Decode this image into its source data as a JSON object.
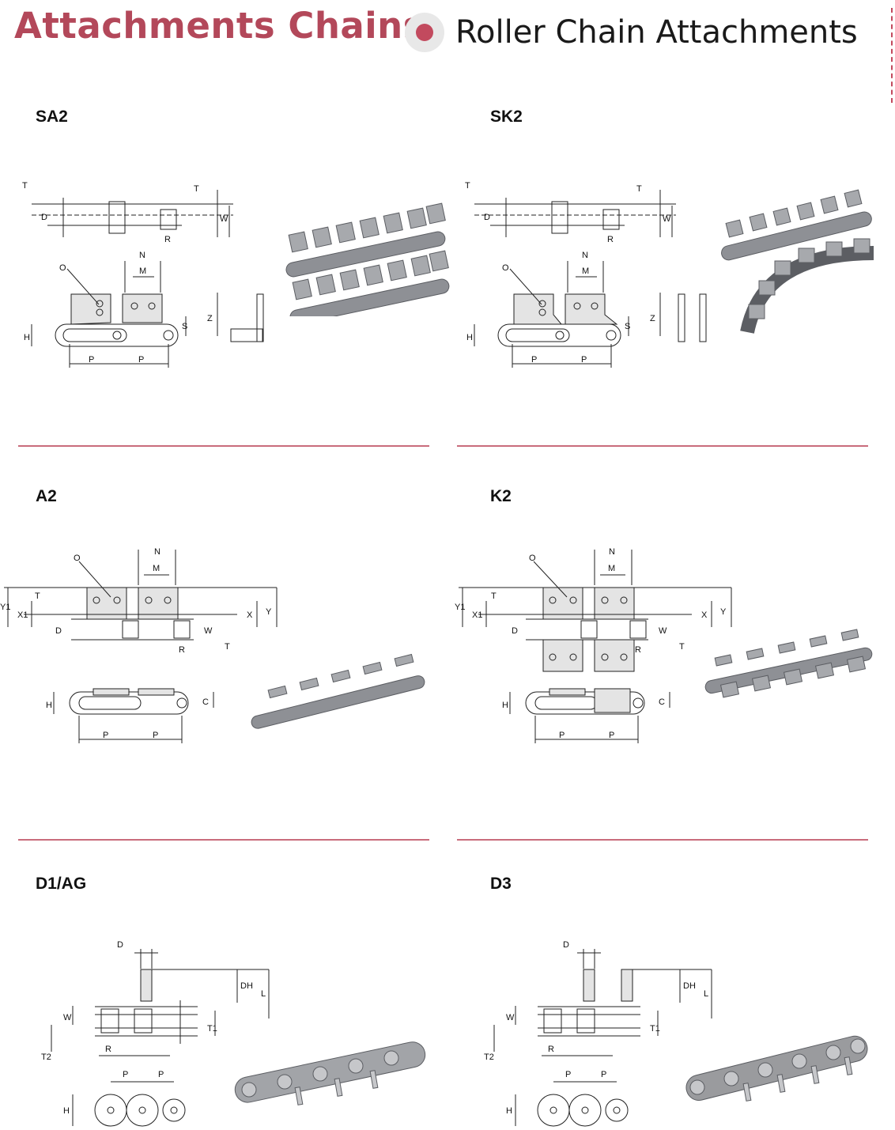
{
  "header": {
    "title_main": "Attachments Chains",
    "title_sub": "Roller Chain Attachments",
    "accent_color": "#b3485a"
  },
  "sections": [
    {
      "label": "SA2",
      "dims": [
        "T",
        "T",
        "D",
        "W",
        "R",
        "N",
        "M",
        "O",
        "Z",
        "S",
        "H",
        "P",
        "P"
      ]
    },
    {
      "label": "SK2",
      "dims": [
        "T",
        "T",
        "D",
        "W",
        "R",
        "N",
        "M",
        "O",
        "Z",
        "S",
        "H",
        "P",
        "P"
      ]
    },
    {
      "label": "A2",
      "dims": [
        "N",
        "M",
        "O",
        "Y1",
        "X1",
        "T",
        "D",
        "W",
        "R",
        "T",
        "X",
        "Y",
        "C",
        "H",
        "P",
        "P"
      ]
    },
    {
      "label": "K2",
      "dims": [
        "N",
        "M",
        "O",
        "Y1",
        "X1",
        "T",
        "D",
        "W",
        "R",
        "T",
        "X",
        "Y",
        "C",
        "H",
        "P",
        "P"
      ]
    },
    {
      "label": "D1/AG",
      "dims": [
        "D",
        "DH",
        "L",
        "W",
        "T1",
        "R",
        "T2",
        "P",
        "P",
        "H"
      ]
    },
    {
      "label": "D3",
      "dims": [
        "D",
        "DH",
        "L",
        "W",
        "T1",
        "R",
        "T2",
        "P",
        "P",
        "H"
      ]
    }
  ],
  "icons": {
    "bullet": "circle-dot-icon",
    "chain_photo": "roller-chain-photo"
  }
}
